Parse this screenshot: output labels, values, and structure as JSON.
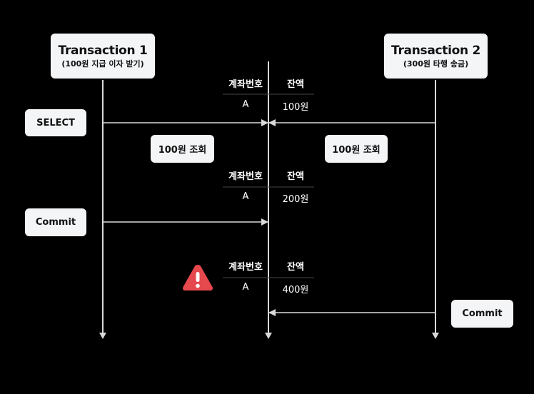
{
  "transaction1": {
    "title": "Transaction 1",
    "subtitle": "(100원 지급 이자 받기)"
  },
  "transaction2": {
    "title": "Transaction 2",
    "subtitle": "(300원 타행 송금)"
  },
  "steps": {
    "select_label": "SELECT",
    "query_label_left": "100원 조회",
    "query_label_right": "100원 조회",
    "commit_label_left": "Commit",
    "commit_label_right": "Commit"
  },
  "tables": [
    {
      "headers": [
        "계좌번호",
        "잔액"
      ],
      "row": [
        "A",
        "100원"
      ]
    },
    {
      "headers": [
        "계좌번호",
        "잔액"
      ],
      "row": [
        "A",
        "200원"
      ]
    },
    {
      "headers": [
        "계좌번호",
        "잔액"
      ],
      "row": [
        "A",
        "400원"
      ]
    }
  ],
  "colors": {
    "background": "#000000",
    "box": "#f4f5f7",
    "line": "#d9d9d9",
    "warning": "#e5484d"
  },
  "icons": {
    "warning": "warning-triangle-icon"
  }
}
